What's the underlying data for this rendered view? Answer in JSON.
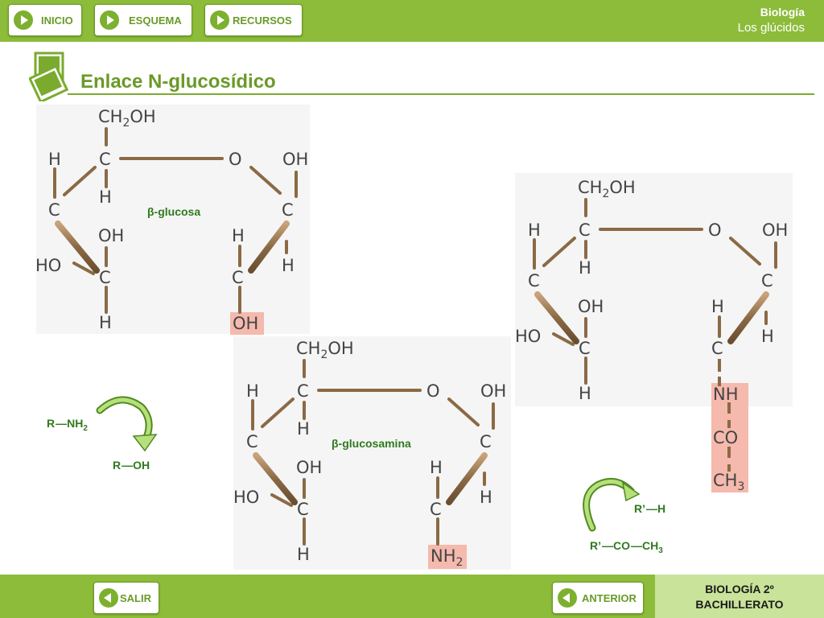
{
  "nav": {
    "inicio": "INICIO",
    "esquema": "ESQUEMA",
    "recursos": "RECURSOS",
    "salir": "SALIR",
    "anterior": "ANTERIOR"
  },
  "header": {
    "subject": "Biología",
    "topic": "Los glúcidos"
  },
  "footer": {
    "line1": "BIOLOGÍA 2º",
    "line2": "BACHILLERATO"
  },
  "page": {
    "title": "Enlace N-glucosídico"
  },
  "labels": {
    "glucosa": "β-glucosa",
    "glucosamina": "β-glucosamina",
    "r_part": "R",
    "r_prime_part": "R’",
    "nh": "NH",
    "oh": "OH",
    "co": "CO",
    "ch": "CH",
    "h": "H",
    "sub2": "2",
    "sub3": "3"
  },
  "atoms": {
    "CH2OH": "CH2OH",
    "C": "C",
    "O": "O",
    "OH": "OH",
    "HO": "HO",
    "H": "H",
    "NH2": "NH2",
    "NH": "NH",
    "CO": "CO",
    "CH3": "CH3"
  },
  "colors": {
    "bar_green": "#8cbc3a",
    "title_green": "#6a9a28",
    "bond_brown": "#8a6a45",
    "highlight": "#f5b9ad",
    "label_green": "#2f7a1e"
  },
  "icons": {
    "nav": "play-triangle-icon",
    "back": "back-triangle-icon",
    "title": "stacked-squares-icon",
    "arrow": "curved-arrow-icon"
  }
}
